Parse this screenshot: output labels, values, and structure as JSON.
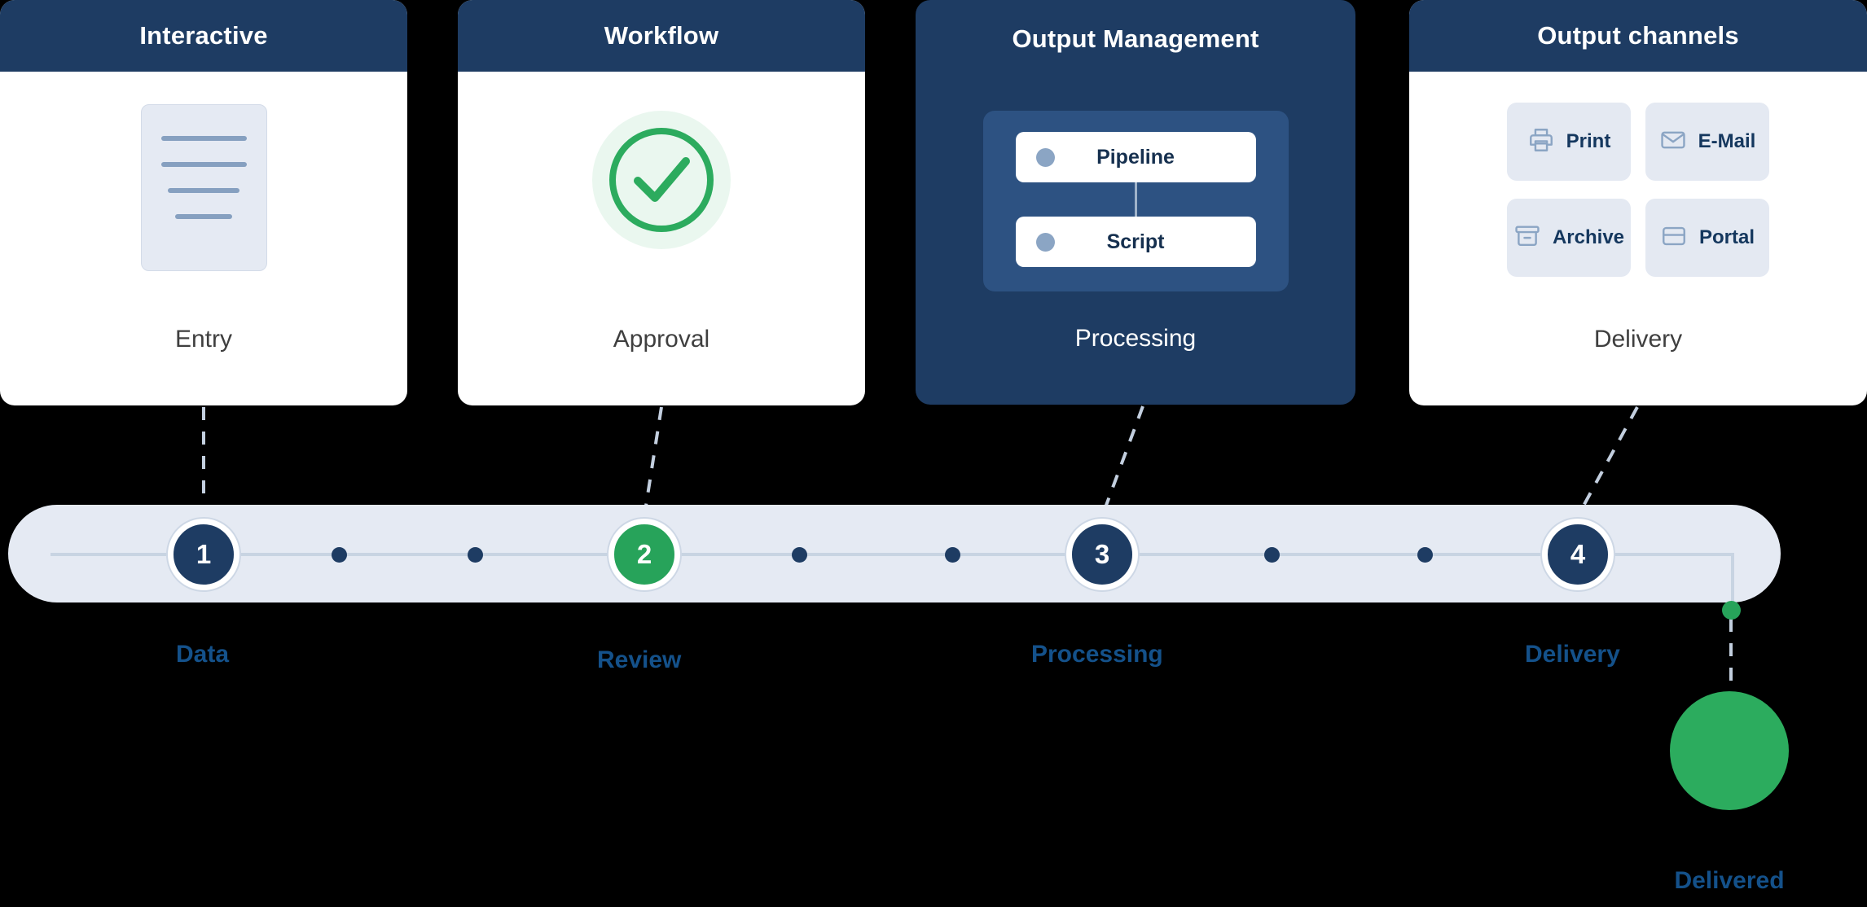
{
  "cards": [
    {
      "id": "interactive",
      "title": "Interactive",
      "caption": "Entry",
      "icon": "document-icon",
      "active": false
    },
    {
      "id": "workflow",
      "title": "Workflow",
      "caption": "Approval",
      "icon": "check-circle-icon",
      "active": false
    },
    {
      "id": "output-management",
      "title": "Output Management",
      "caption": "Processing",
      "active": true,
      "pipeline_rows": [
        {
          "label": "Pipeline"
        },
        {
          "label": "Script"
        }
      ]
    },
    {
      "id": "output-channels",
      "title": "Output channels",
      "caption": "Delivery",
      "active": false,
      "channels": [
        {
          "label": "Print",
          "icon": "printer-icon"
        },
        {
          "label": "E-Mail",
          "icon": "envelope-icon"
        },
        {
          "label": "Archive",
          "icon": "archive-box-icon"
        },
        {
          "label": "Portal",
          "icon": "portal-card-icon"
        }
      ]
    }
  ],
  "timeline": {
    "steps": [
      {
        "number": "1",
        "label": "Data",
        "state": "navy"
      },
      {
        "number": "2",
        "label": "Review",
        "state": "green"
      },
      {
        "number": "3",
        "label": "Processing",
        "state": "navy"
      },
      {
        "number": "4",
        "label": "Delivery",
        "state": "navy"
      }
    ],
    "minor_markers": 6
  },
  "delivered": {
    "label": "Delivered"
  },
  "colors": {
    "navy": "#1e3c63",
    "navy_panel": "#2d5282",
    "green": "#27a35a",
    "green_bubble": "#2cac5e",
    "rail": "#e5eaf3",
    "track": "#c8d4e2",
    "label_blue": "#14518a",
    "tile_bg": "#e4e9f2",
    "icon_blue": "#8ba5c4",
    "caption_gray": "#3f3f3f"
  }
}
